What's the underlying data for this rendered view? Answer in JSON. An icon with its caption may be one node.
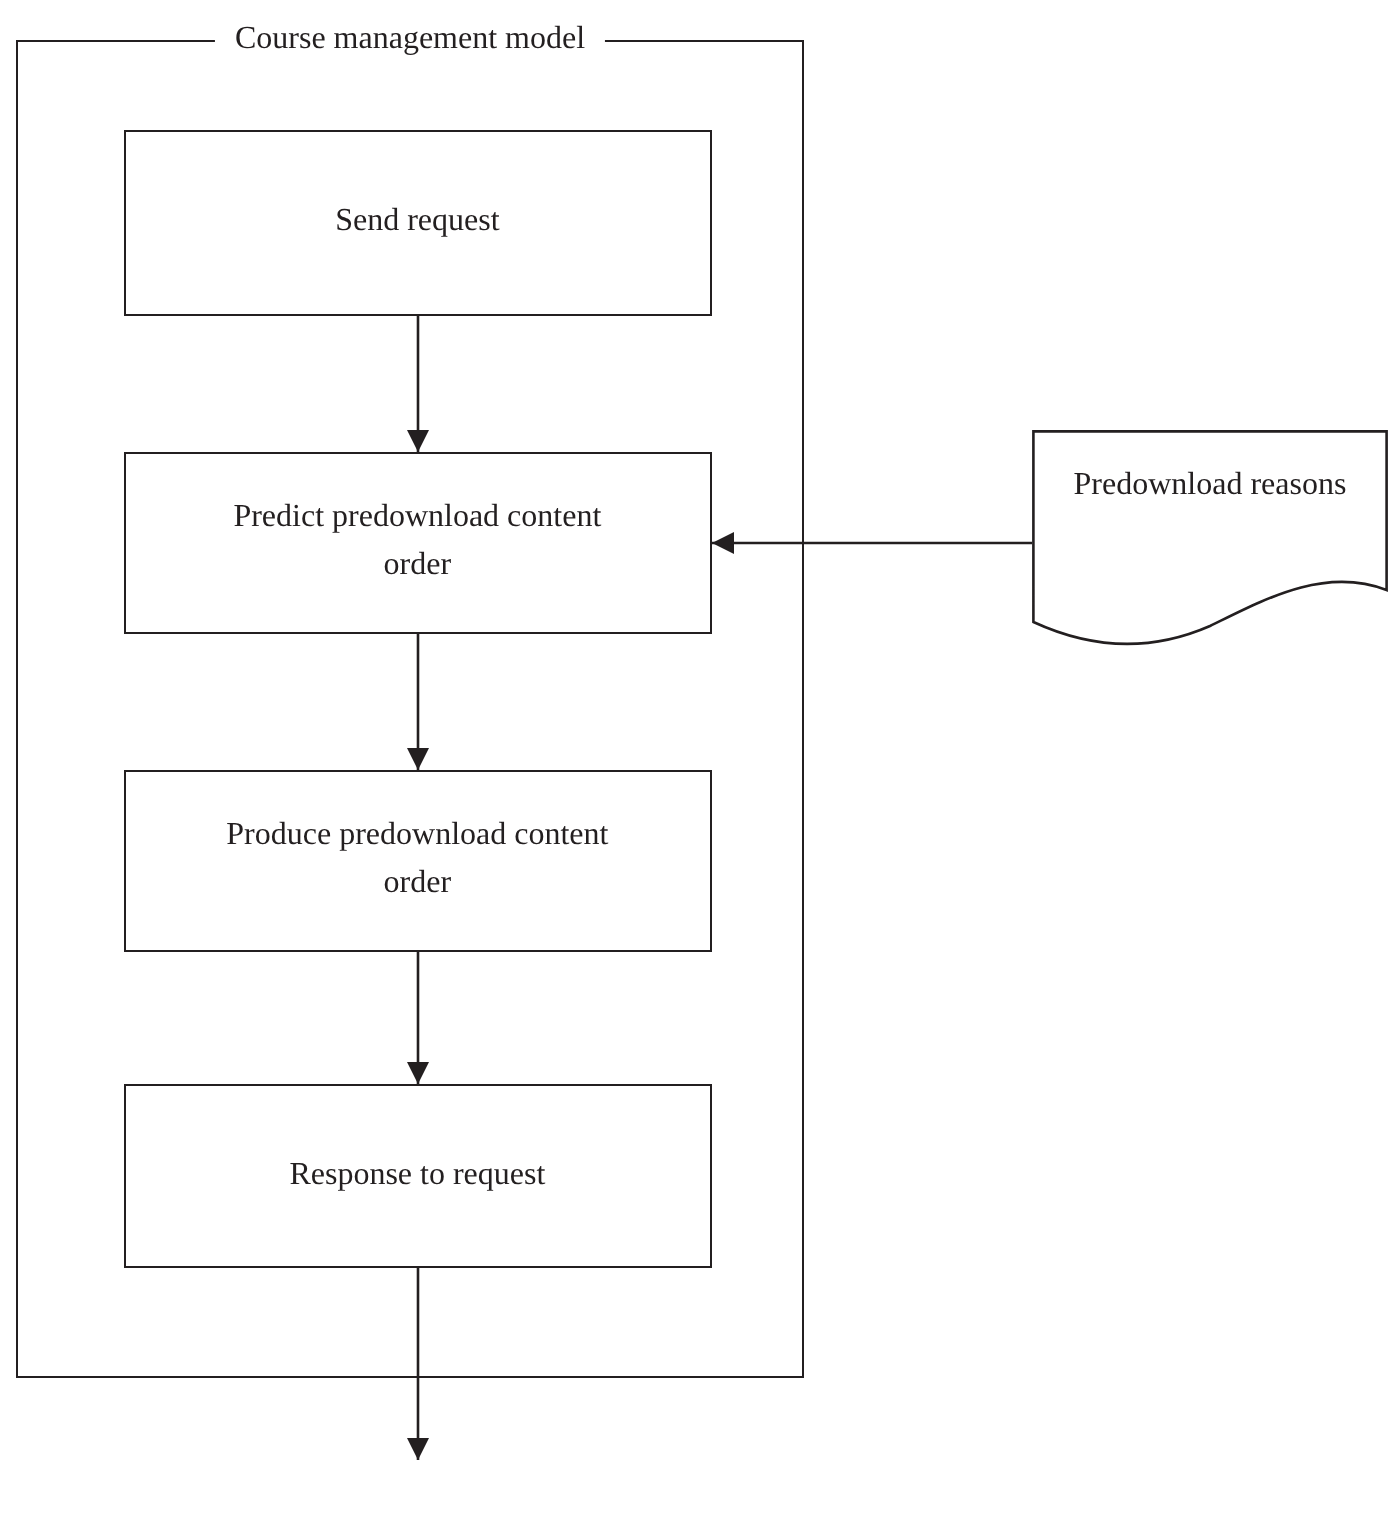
{
  "diagram": {
    "nodes": [
      {
        "text": [
          "Course management model"
        ]
      },
      {
        "text": [
          "Send request"
        ],
        "in": 0
      },
      {
        "text": [
          "Predict predownload content order"
        ],
        "in": 0
      },
      {
        "text": [
          "Produce predownload content order"
        ],
        "in": 0
      },
      {
        "text": [
          "Response to request"
        ],
        "in": 0
      },
      {
        "text": [
          "Predownload reasons"
        ]
      }
    ],
    "edges": [
      {
        "from": 1,
        "to": 2,
        "arrow": "to"
      },
      {
        "from": 2,
        "to": 3,
        "arrow": "to"
      },
      {
        "from": 3,
        "to": 4,
        "arrow": "to"
      },
      {
        "from": 5,
        "to": 2,
        "arrow": "to"
      },
      {
        "from": 4,
        "to": null,
        "arrow": "to"
      }
    ]
  }
}
